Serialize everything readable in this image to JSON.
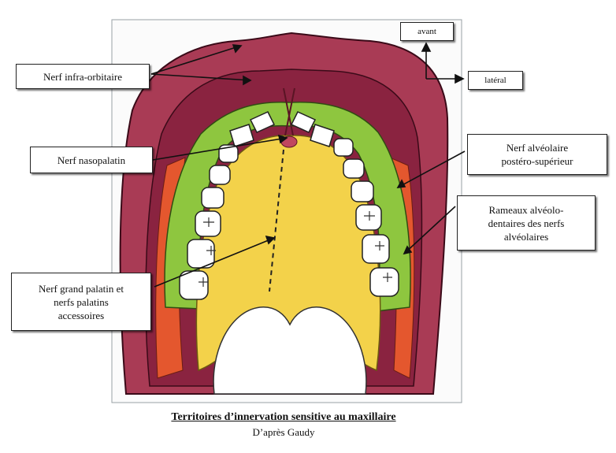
{
  "colors": {
    "gum_outer": "#a93b55",
    "gum_inner": "#7a1b34",
    "orange_region": "#e4572e",
    "green_region": "#8ec63f",
    "palate_yellow": "#f3d24a",
    "tooth": "#ffffff",
    "frame": "#9aa0a6"
  },
  "labels": {
    "infra_orbitaire": "Nerf infra-orbitaire",
    "nasopalatin": "Nerf nasopalatin",
    "alveolaire_ps": [
      "Nerf alvéolaire",
      "postéro-supérieur"
    ],
    "rameaux": [
      "Rameaux alvéolo-",
      "dentaires des nerfs",
      "alvéolaires"
    ],
    "grand_palatin": [
      "Nerf grand palatin et",
      "nerfs palatins",
      "accessoires"
    ]
  },
  "orientation": {
    "avant": "avant",
    "lateral": "latéral"
  },
  "caption": {
    "title": "Territoires d’innervation sensitive au maxillaire",
    "source": "D’après Gaudy"
  }
}
